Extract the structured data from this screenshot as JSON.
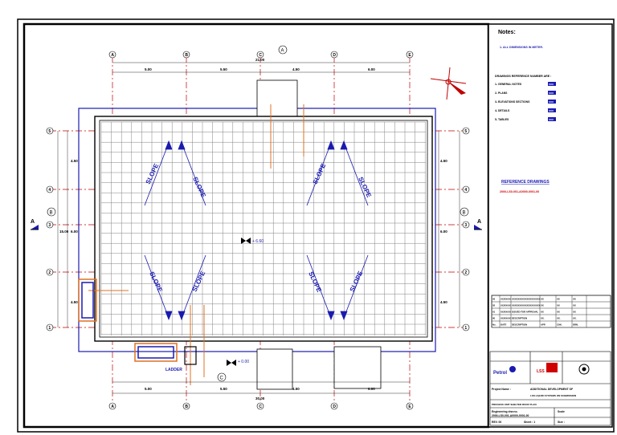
{
  "notes": {
    "heading": "Notes:",
    "note1": "1- ALL DIMENSIONS IN METER.",
    "ref_heading": "DRAWINGS REFERENCE NUMBER ARE :",
    "refs": [
      {
        "label": "1- GENERAL NOTES",
        "tag": "XXX"
      },
      {
        "label": "2- PLANS",
        "tag": "XXX"
      },
      {
        "label": "3- ELEVATIONS SECTIONS",
        "tag": "XXX"
      },
      {
        "label": "4- DETAILS",
        "tag": "XXX"
      },
      {
        "label": "5- TABLES",
        "tag": "XXX"
      }
    ],
    "reference_drawings_heading": "REFERENCE DRAWINGS",
    "reference_drawing_no": "2000-LS0-001-A0000-0001-00"
  },
  "grid": {
    "columns": [
      "A",
      "B",
      "C",
      "D",
      "E"
    ],
    "rows": [
      "5",
      "4",
      "3",
      "2",
      "1"
    ]
  },
  "dimensions": {
    "total_top": "21.00",
    "bays": [
      "5.00",
      "5.50",
      "4.50",
      "6.00"
    ],
    "total_bottom": "30.00",
    "left_rows": [
      "4.50",
      "6.00",
      "4.50"
    ],
    "left_total": "15.00"
  },
  "labels": {
    "slope": "SLOPE",
    "level_center": "+ 6.60",
    "level_bottom": "+ 0.00",
    "ladder": "LADDER",
    "section_mark": "A",
    "detail_c": "C",
    "detail_b": "B",
    "detail_top": "A"
  },
  "revision_table": {
    "headers": [
      "No.",
      "DATE",
      "DESCRIPTION",
      "APP.",
      "CHK.",
      "DRN."
    ],
    "rows": [
      [
        "03",
        "XX/XX/XX",
        "XXXXXXXXXXXXXXXXXXX",
        "XX",
        "XX",
        "XX"
      ],
      [
        "02",
        "XX/XX/XX",
        "XXXXXXXXXXXXXXXXXXX",
        "XX",
        "XX",
        "XX"
      ],
      [
        "01",
        "XX/XX/XX",
        "ISSUED FOR APPROVAL",
        "XX",
        "XX",
        "XX"
      ],
      [
        "00",
        "XX/XX/XX",
        "DESCRIPTION",
        "XX.",
        "XX.",
        "XX."
      ]
    ]
  },
  "title_block": {
    "logos": [
      "Petrol",
      "LSS"
    ],
    "project_label": "Project Name :",
    "project_name": "ADDITIONAL DEVELOPMENT OF",
    "project_name2": "LSS LIQUID SYSTEMS ON SUBMISSION",
    "drawing_title": "PROCESS UNIT SHELTER ROOF PLAN",
    "drawing_no_label": "Engineering drw.no.",
    "drawing_no": "2000-LS0-001-A0000-0001-00",
    "scale_label": "Scale",
    "sheet_label": "Sheet : 1",
    "size_label": "Size :",
    "status": "REV. 00"
  },
  "colors": {
    "frame": "#000000",
    "grid_line": "#c00000",
    "outline": "#1a1ab0",
    "slab_grid": "#707070",
    "text_blue": "#1a1ab0",
    "accent_red": "#d00000",
    "orange": "#e07020"
  }
}
